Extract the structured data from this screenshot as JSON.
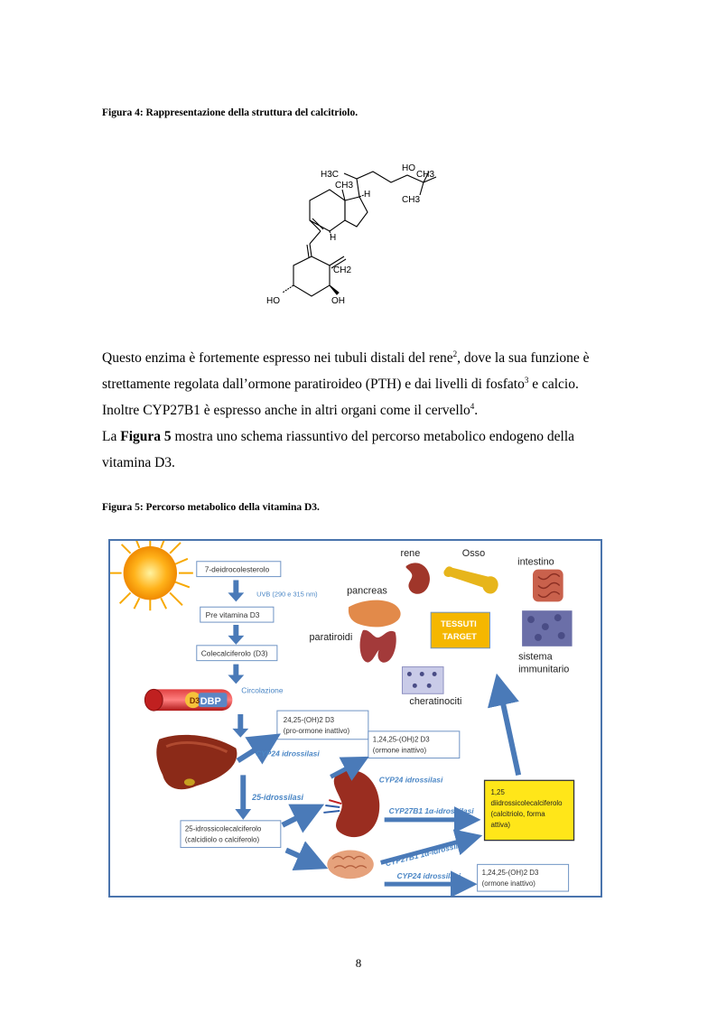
{
  "figure4": {
    "caption": "Figura 4: Rappresentazione della struttura del calcitriolo.",
    "labels": {
      "h3c": "H3C",
      "ch3_top": "CH3",
      "ho_top": "HO",
      "ch3_right": "CH3",
      "ch3_bottom": "CH3",
      "h_right": "H",
      "h_bottom": "H",
      "ch2": "CH2",
      "ho_left": "HO",
      "oh_right": "OH"
    }
  },
  "paragraph": {
    "line1_a": "Questo enzima è fortemente espresso nei tubuli distali del rene",
    "line1_sup": "2",
    "line1_b": ", dove la sua funzione è",
    "line2_a": "strettamente regolata dall’ormone paratiroideo (PTH) e dai livelli di fosfato",
    "line2_sup": "3",
    "line2_b": " e calcio.",
    "line3_a": "Inoltre CYP27B1 è espresso anche in altri organi come il cervello",
    "line3_sup": "4",
    "line3_b": ".",
    "line4_a": "La ",
    "line4_bold": "Figura 5",
    "line4_b": " mostra uno schema riassuntivo del percorso metabolico endogeno della",
    "line5": "vitamina D3."
  },
  "figure5": {
    "caption": "Figura 5: Percorso metabolico della vitamina D3.",
    "boxes": {
      "dehydro": "7-deidrocolesterolo",
      "uvb": "UVB (290 e 315 nm)",
      "previt": "Pre vitamina D3",
      "chole": "Colecalciferolo (D3)",
      "circ": "Circolazione",
      "dbp_d": "D3",
      "dbp": "DBP",
      "b2425_1": "24,25-(OH)2 D3",
      "b2425_2": "(pro-ormone inattivo)",
      "cyp24_a": "CYP24 idrossilasi",
      "b12425_1": "1,24,25-(OH)2 D3",
      "b12425_2": "(ormone inattivo)",
      "cyp24_b": "CYP24 idrossilasi",
      "hydrox25": "25-idrossilasi",
      "calcid_1": "25-idrossicolecalciferolo",
      "calcid_2": "(calcidiolo o calciferolo)",
      "cyp27_a": "CYP27B1  1α-idrossilasi",
      "cyp27_b": "CYP27B1  1α-idrossilasi",
      "cyp24_c": "CYP24 idrossilasi",
      "calcitriol_1": "1,25",
      "calcitriol_2": "diidrossicolecalciferolo",
      "calcitriol_3": "(calcitriolo, forma",
      "calcitriol_4": "attiva)",
      "b12425b_1": "1,24,25-(OH)2 D3",
      "b12425b_2": "(ormone inattivo)",
      "tessuti_1": "TESSUTI",
      "tessuti_2": "TARGET"
    },
    "organs": {
      "rene": "rene",
      "osso": "Osso",
      "intestino": "intestino",
      "pancreas": "pancreas",
      "paratiroidi": "paratiroidi",
      "sistema_1": "sistema",
      "sistema_2": "immunitario",
      "cheratinociti": "cheratinociti"
    },
    "colors": {
      "arrow": "#4a7ab8",
      "accent_text": "#4a86c5",
      "highlight": "#ffe619",
      "border": "#4a74ad"
    }
  },
  "page_number": "8"
}
